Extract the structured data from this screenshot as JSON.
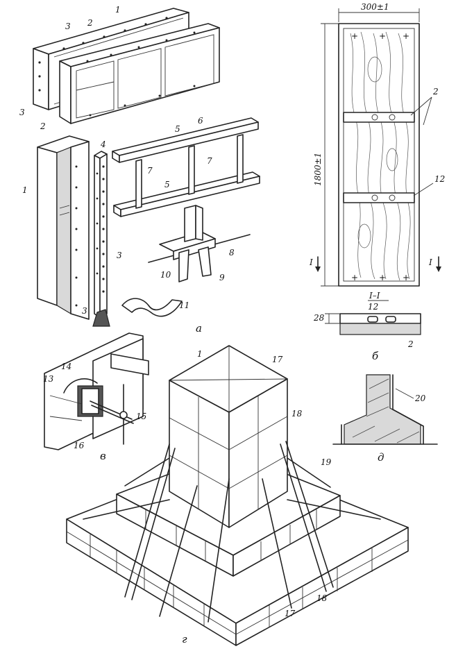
{
  "figure": {
    "panel_captions": {
      "a": "а",
      "b": "б",
      "v": "в",
      "g": "г",
      "d": "д"
    },
    "part_numbers": [
      "1",
      "2",
      "3",
      "4",
      "5",
      "6",
      "7",
      "8",
      "9",
      "10",
      "11",
      "12",
      "13",
      "14",
      "15",
      "16",
      "17",
      "18",
      "19",
      "20"
    ],
    "dimensions": {
      "width": "300±1",
      "height": "1800±1",
      "thickness": "28"
    },
    "section_mark": "I",
    "section_label": "I–I"
  }
}
